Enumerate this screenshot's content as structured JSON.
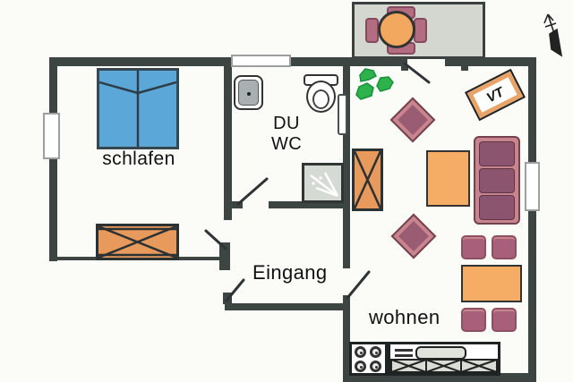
{
  "type": "apartment-floor-plan",
  "labels": {
    "bedroom": "schlafen",
    "bath_line1": "DU",
    "bath_line2": "WC",
    "entrance": "Eingang",
    "living": "wohnen",
    "sign_vt": "VT"
  },
  "furniture": [
    "double-bed",
    "chest-of-drawers",
    "terrace-round-table",
    "terrace-chairs",
    "washbasin",
    "toilet",
    "shower",
    "plant",
    "wardrobe",
    "armchair-upper",
    "armchair-lower",
    "coffee-table",
    "sofa",
    "dining-table",
    "dining-chairs",
    "stove",
    "kitchen-counter-with-sink"
  ],
  "symbols": [
    "north-arrow",
    "door-swings",
    "windows"
  ],
  "colors": {
    "wall": "#3d4543",
    "bed_blue": "#5ba8d8",
    "wood_orange": "#e8995c",
    "table_orange": "#f5ad66",
    "upholstery_mauve": "#9a5c72",
    "upholstery_light": "#c9858e",
    "terrace_gray": "#d3d7cf",
    "plant_green": "#2db24c",
    "sign_border_orange": "#e8a468",
    "fixture_gray": "#a9b0b2"
  }
}
